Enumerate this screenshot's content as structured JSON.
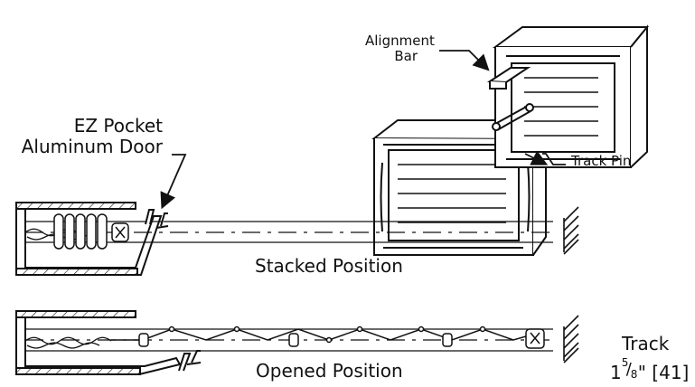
{
  "labels": {
    "alignment_bar_line1": "Alignment",
    "alignment_bar_line2": "Bar",
    "track_pin": "Track Pin",
    "ez_pocket_line1": "EZ Pocket",
    "ez_pocket_line2": "Aluminum Door",
    "stacked_position": "Stacked Position",
    "opened_position": "Opened Position",
    "track_title": "Track",
    "track_size_whole": "1",
    "track_size_num": "5",
    "track_size_den": "8",
    "track_size_inch": "\"",
    "track_size_metric": "[41]"
  },
  "icons": {
    "track_profile": "aluminum-track-profile",
    "alignment_bar": "alignment-bar-icon",
    "track_pin": "track-pin-icon",
    "door_handle": "door-handle-icon",
    "chain": "chain-links-icon",
    "wall_anchor": "wall-anchor-hatch-icon"
  },
  "colors": {
    "line": "#111111",
    "fill": "#ffffff",
    "hatch": "#111111"
  }
}
